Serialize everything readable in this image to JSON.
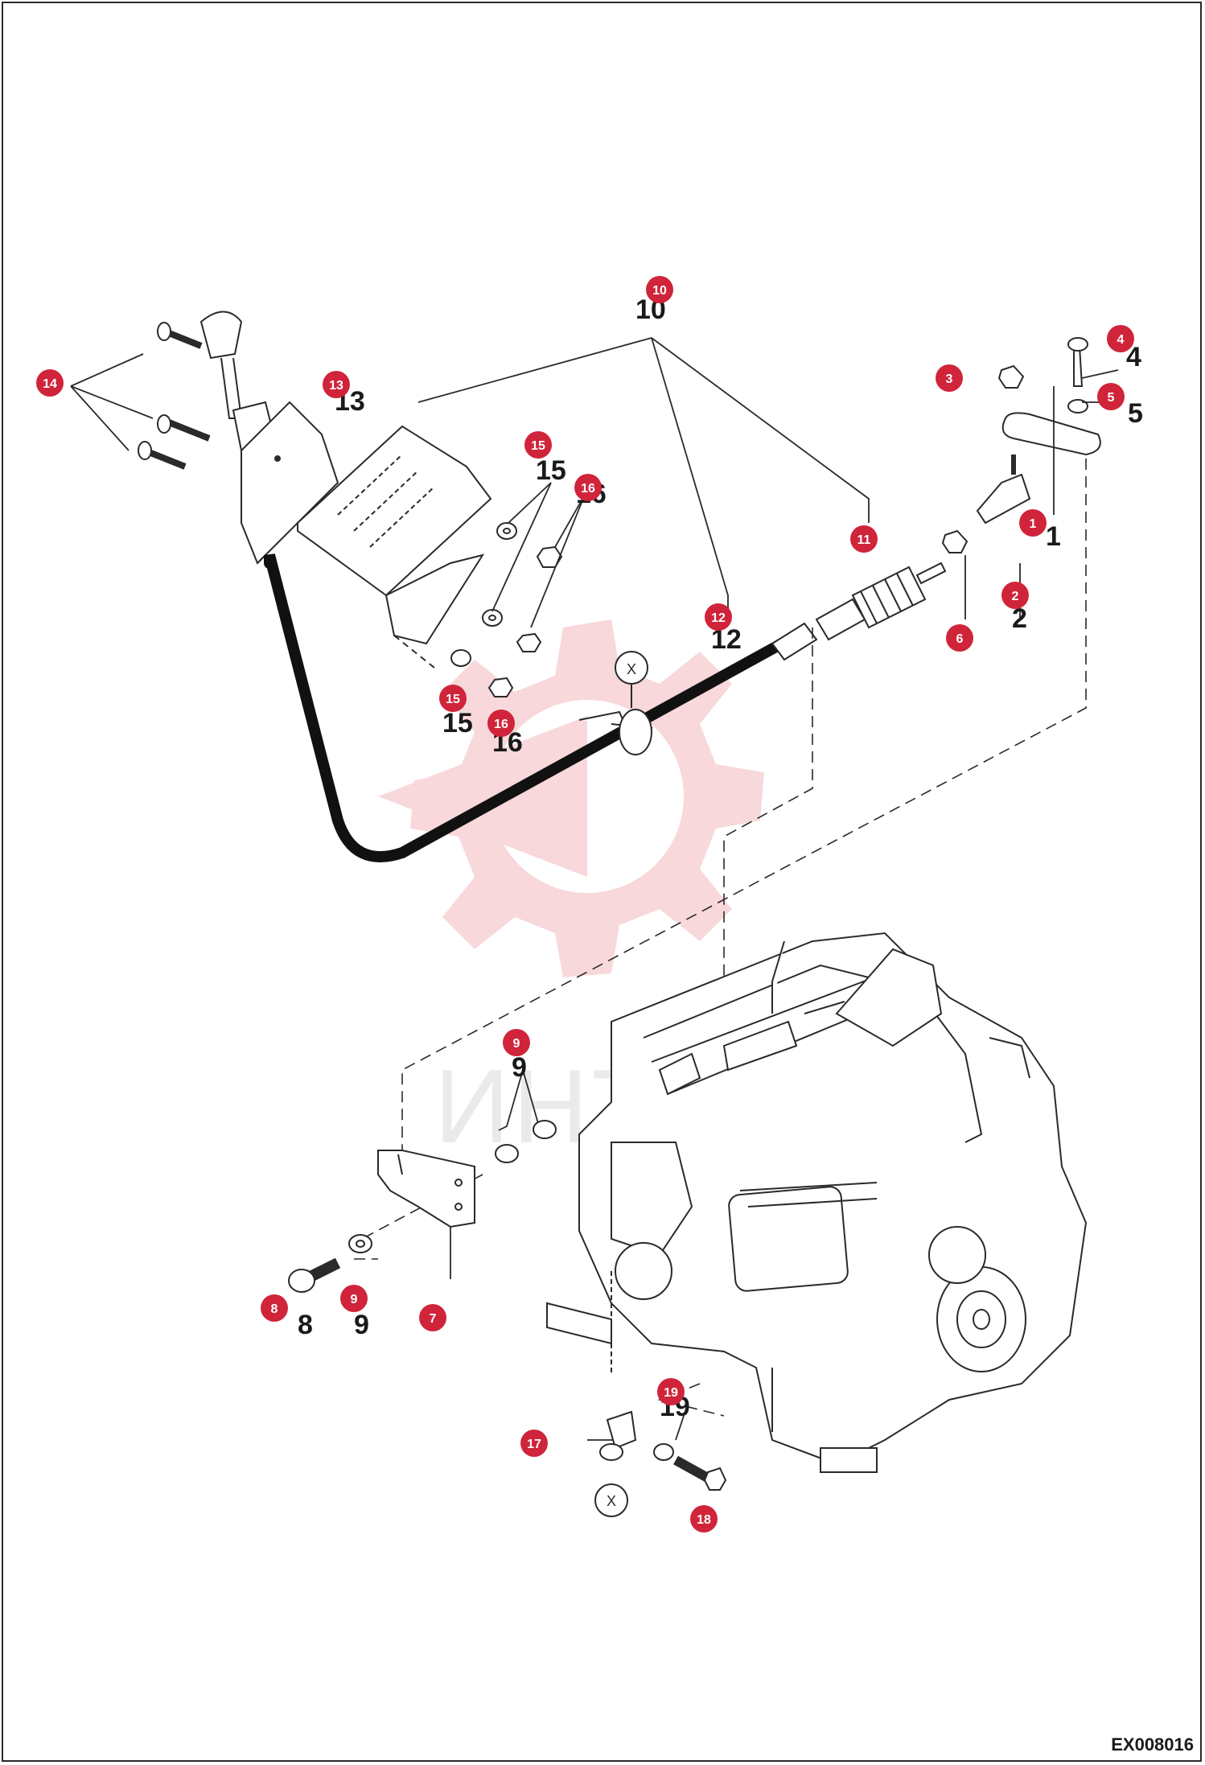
{
  "sheet_id": "EX008016",
  "watermark": {
    "text": "ИНТЕХ",
    "color": "#f3b9bd"
  },
  "colors": {
    "callout": "#d0243a",
    "line": "#2a2a2a",
    "hose": "#111111"
  },
  "callouts": [
    {
      "n": "1",
      "label": "1"
    },
    {
      "n": "2",
      "label": "2"
    },
    {
      "n": "3",
      "label": "3"
    },
    {
      "n": "4",
      "label": "4"
    },
    {
      "n": "5",
      "label": "5"
    },
    {
      "n": "6",
      "label": "6"
    },
    {
      "n": "7",
      "label": "7"
    },
    {
      "n": "8",
      "label": "8"
    },
    {
      "n": "9a",
      "label": "9"
    },
    {
      "n": "9b",
      "label": "9"
    },
    {
      "n": "10",
      "label": "10"
    },
    {
      "n": "11",
      "label": "11"
    },
    {
      "n": "12",
      "label": "12"
    },
    {
      "n": "13",
      "label": "13"
    },
    {
      "n": "14",
      "label": "14"
    },
    {
      "n": "15a",
      "label": "15"
    },
    {
      "n": "15b",
      "label": "15"
    },
    {
      "n": "16a",
      "label": "16"
    },
    {
      "n": "16b",
      "label": "16"
    },
    {
      "n": "17",
      "label": "17"
    },
    {
      "n": "18",
      "label": "18"
    },
    {
      "n": "19",
      "label": "19"
    }
  ],
  "part_labels": {
    "p1": "1",
    "p2": "2",
    "p4": "4",
    "p5": "5",
    "p8": "8",
    "p9a": "9",
    "p9b": "9",
    "p10": "10",
    "p12": "12",
    "p13": "13",
    "p15a": "15",
    "p15b": "15",
    "p16a": "16",
    "p16b": "16",
    "p19": "19"
  },
  "markers": {
    "x_top": "X",
    "x_bottom": "X"
  }
}
